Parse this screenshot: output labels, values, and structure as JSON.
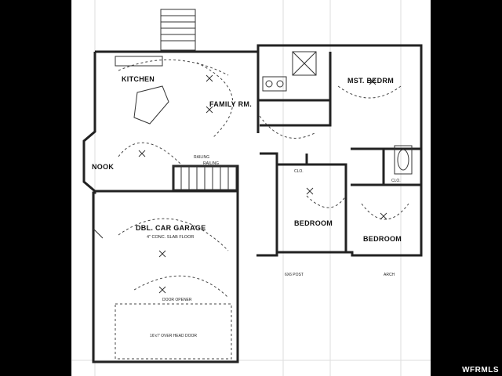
{
  "rooms": {
    "kitchen": "KITCHEN",
    "family": "FAMILY RM.",
    "master": "MST. BEDRM",
    "nook": "NOOK",
    "garage": "DBL. CAR GARAGE",
    "garage_floor": "4\" CONC. SLAB FLOOR",
    "bedroom_1": "BEDROOM",
    "bedroom_2": "BEDROOM"
  },
  "notes": {
    "railing_1": "RAILING",
    "railing_2": "RAILING",
    "door_opener": "DOOR OPENER",
    "overhead_door": "16'x7' OVER HEAD DOOR",
    "post": "6X6 POST",
    "clo_1": "CLO.",
    "clo_2": "CLO.",
    "arch": "ARCH"
  },
  "watermark": "WFRMLS"
}
